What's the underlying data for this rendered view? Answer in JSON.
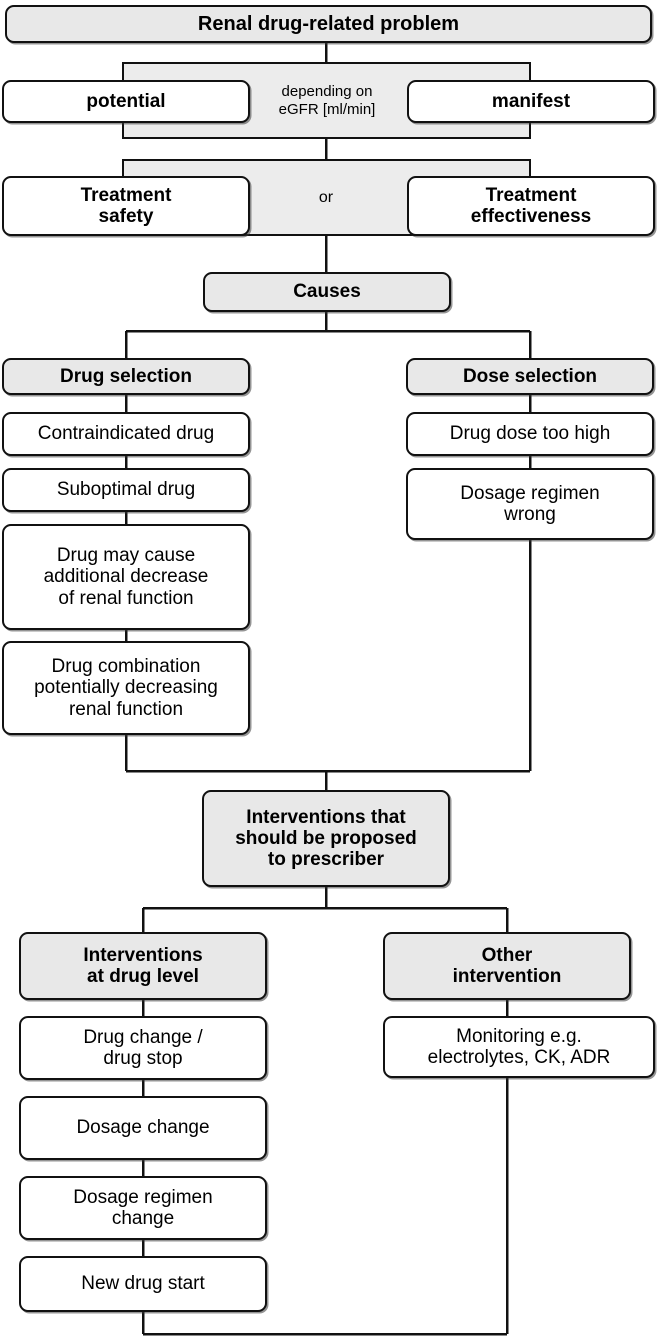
{
  "diagram": {
    "title": "Renal drug-related problem",
    "nodes": {
      "root": "Renal drug-related problem",
      "potential": "potential",
      "manifest": "manifest",
      "depending_label": "depending on\neGFR [ml/min]",
      "depending_line1": "depending on",
      "depending_line2": "eGFR [ml/min]",
      "treatment_safety": "Treatment\nsafety",
      "treatment_safety_l1": "Treatment",
      "treatment_safety_l2": "safety",
      "or_label": "or",
      "treatment_effectiveness_l1": "Treatment",
      "treatment_effectiveness_l2": "effectiveness",
      "causes": "Causes",
      "drug_selection": "Drug selection",
      "contraindicated_drug": "Contraindicated drug",
      "suboptimal_drug": "Suboptimal drug",
      "drug_may_cause_l1": "Drug may cause",
      "drug_may_cause_l2": "additional decrease",
      "drug_may_cause_l3": "of renal function",
      "drug_combination_l1": "Drug combination",
      "drug_combination_l2": "potentially decreasing",
      "drug_combination_l3": "renal function",
      "dose_selection": "Dose selection",
      "drug_dose_too_high": "Drug dose too high",
      "dosage_regimen_wrong_l1": "Dosage regimen",
      "dosage_regimen_wrong_l2": "wrong",
      "interventions_proposed_l1": "Interventions that",
      "interventions_proposed_l2": "should be proposed",
      "interventions_proposed_l3": "to prescriber",
      "interventions_drug_level_l1": "Interventions",
      "interventions_drug_level_l2": "at drug level",
      "other_intervention_l1": "Other",
      "other_intervention_l2": "intervention",
      "drug_change_l1": "Drug change /",
      "drug_change_l2": "drug stop",
      "dosage_change": "Dosage change",
      "dosage_regimen_change_l1": "Dosage regimen",
      "dosage_regimen_change_l2": "change",
      "new_drug_start": "New drug start",
      "monitoring_l1": "Monitoring e.g.",
      "monitoring_l2": "electrolytes, CK, ADR"
    },
    "colors": {
      "node_fill_white": "#ffffff",
      "node_fill_gray": "#e8e8e8",
      "band_fill": "#ececec",
      "stroke": "#111111",
      "text": "#000000",
      "background": "#ffffff"
    }
  }
}
